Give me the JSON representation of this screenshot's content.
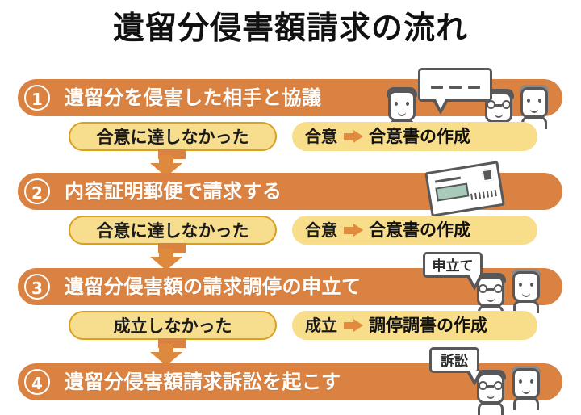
{
  "title": "遺留分侵害額請求の流れ",
  "colors": {
    "bar_orange": "#d98241",
    "arrow_orange": "#dd8a3e",
    "pill_yellow": "#f7dd8e",
    "pill_border": "#d9a021",
    "ink": "#58585a",
    "text_dark": "#111111",
    "white": "#ffffff"
  },
  "steps": [
    {
      "number": "①",
      "label": "遺留分を侵害した相手と協議",
      "illustration": "three-people-talking-icon",
      "bubble_text": "",
      "bubble_dashes": 3
    },
    {
      "number": "②",
      "label": "内容証明郵便で請求する",
      "illustration": "envelope-icon",
      "bubble_text": "",
      "bubble_dashes": 0
    },
    {
      "number": "③",
      "label": "遺留分侵害額の請求調停の申立て",
      "illustration": "two-people-icon",
      "bubble_text": "申立て",
      "bubble_dashes": 0
    },
    {
      "number": "④",
      "label": "遺留分侵害額請求訴訟を起こす",
      "illustration": "two-people-icon",
      "bubble_text": "訴訟",
      "bubble_dashes": 0
    }
  ],
  "outcomes": [
    {
      "failure_label": "合意に達しなかった",
      "success_condition": "合意",
      "success_result": "合意書の作成",
      "arrow": "right-arrow-icon"
    },
    {
      "failure_label": "合意に達しなかった",
      "success_condition": "合意",
      "success_result": "合意書の作成",
      "arrow": "right-arrow-icon"
    },
    {
      "failure_label": "成立しなかった",
      "success_condition": "成立",
      "success_result": "調停調書の作成",
      "arrow": "right-arrow-icon"
    }
  ],
  "connectors": [
    {
      "icon": "down-arrow-icon"
    },
    {
      "icon": "down-arrow-icon"
    },
    {
      "icon": "down-arrow-icon"
    }
  ]
}
